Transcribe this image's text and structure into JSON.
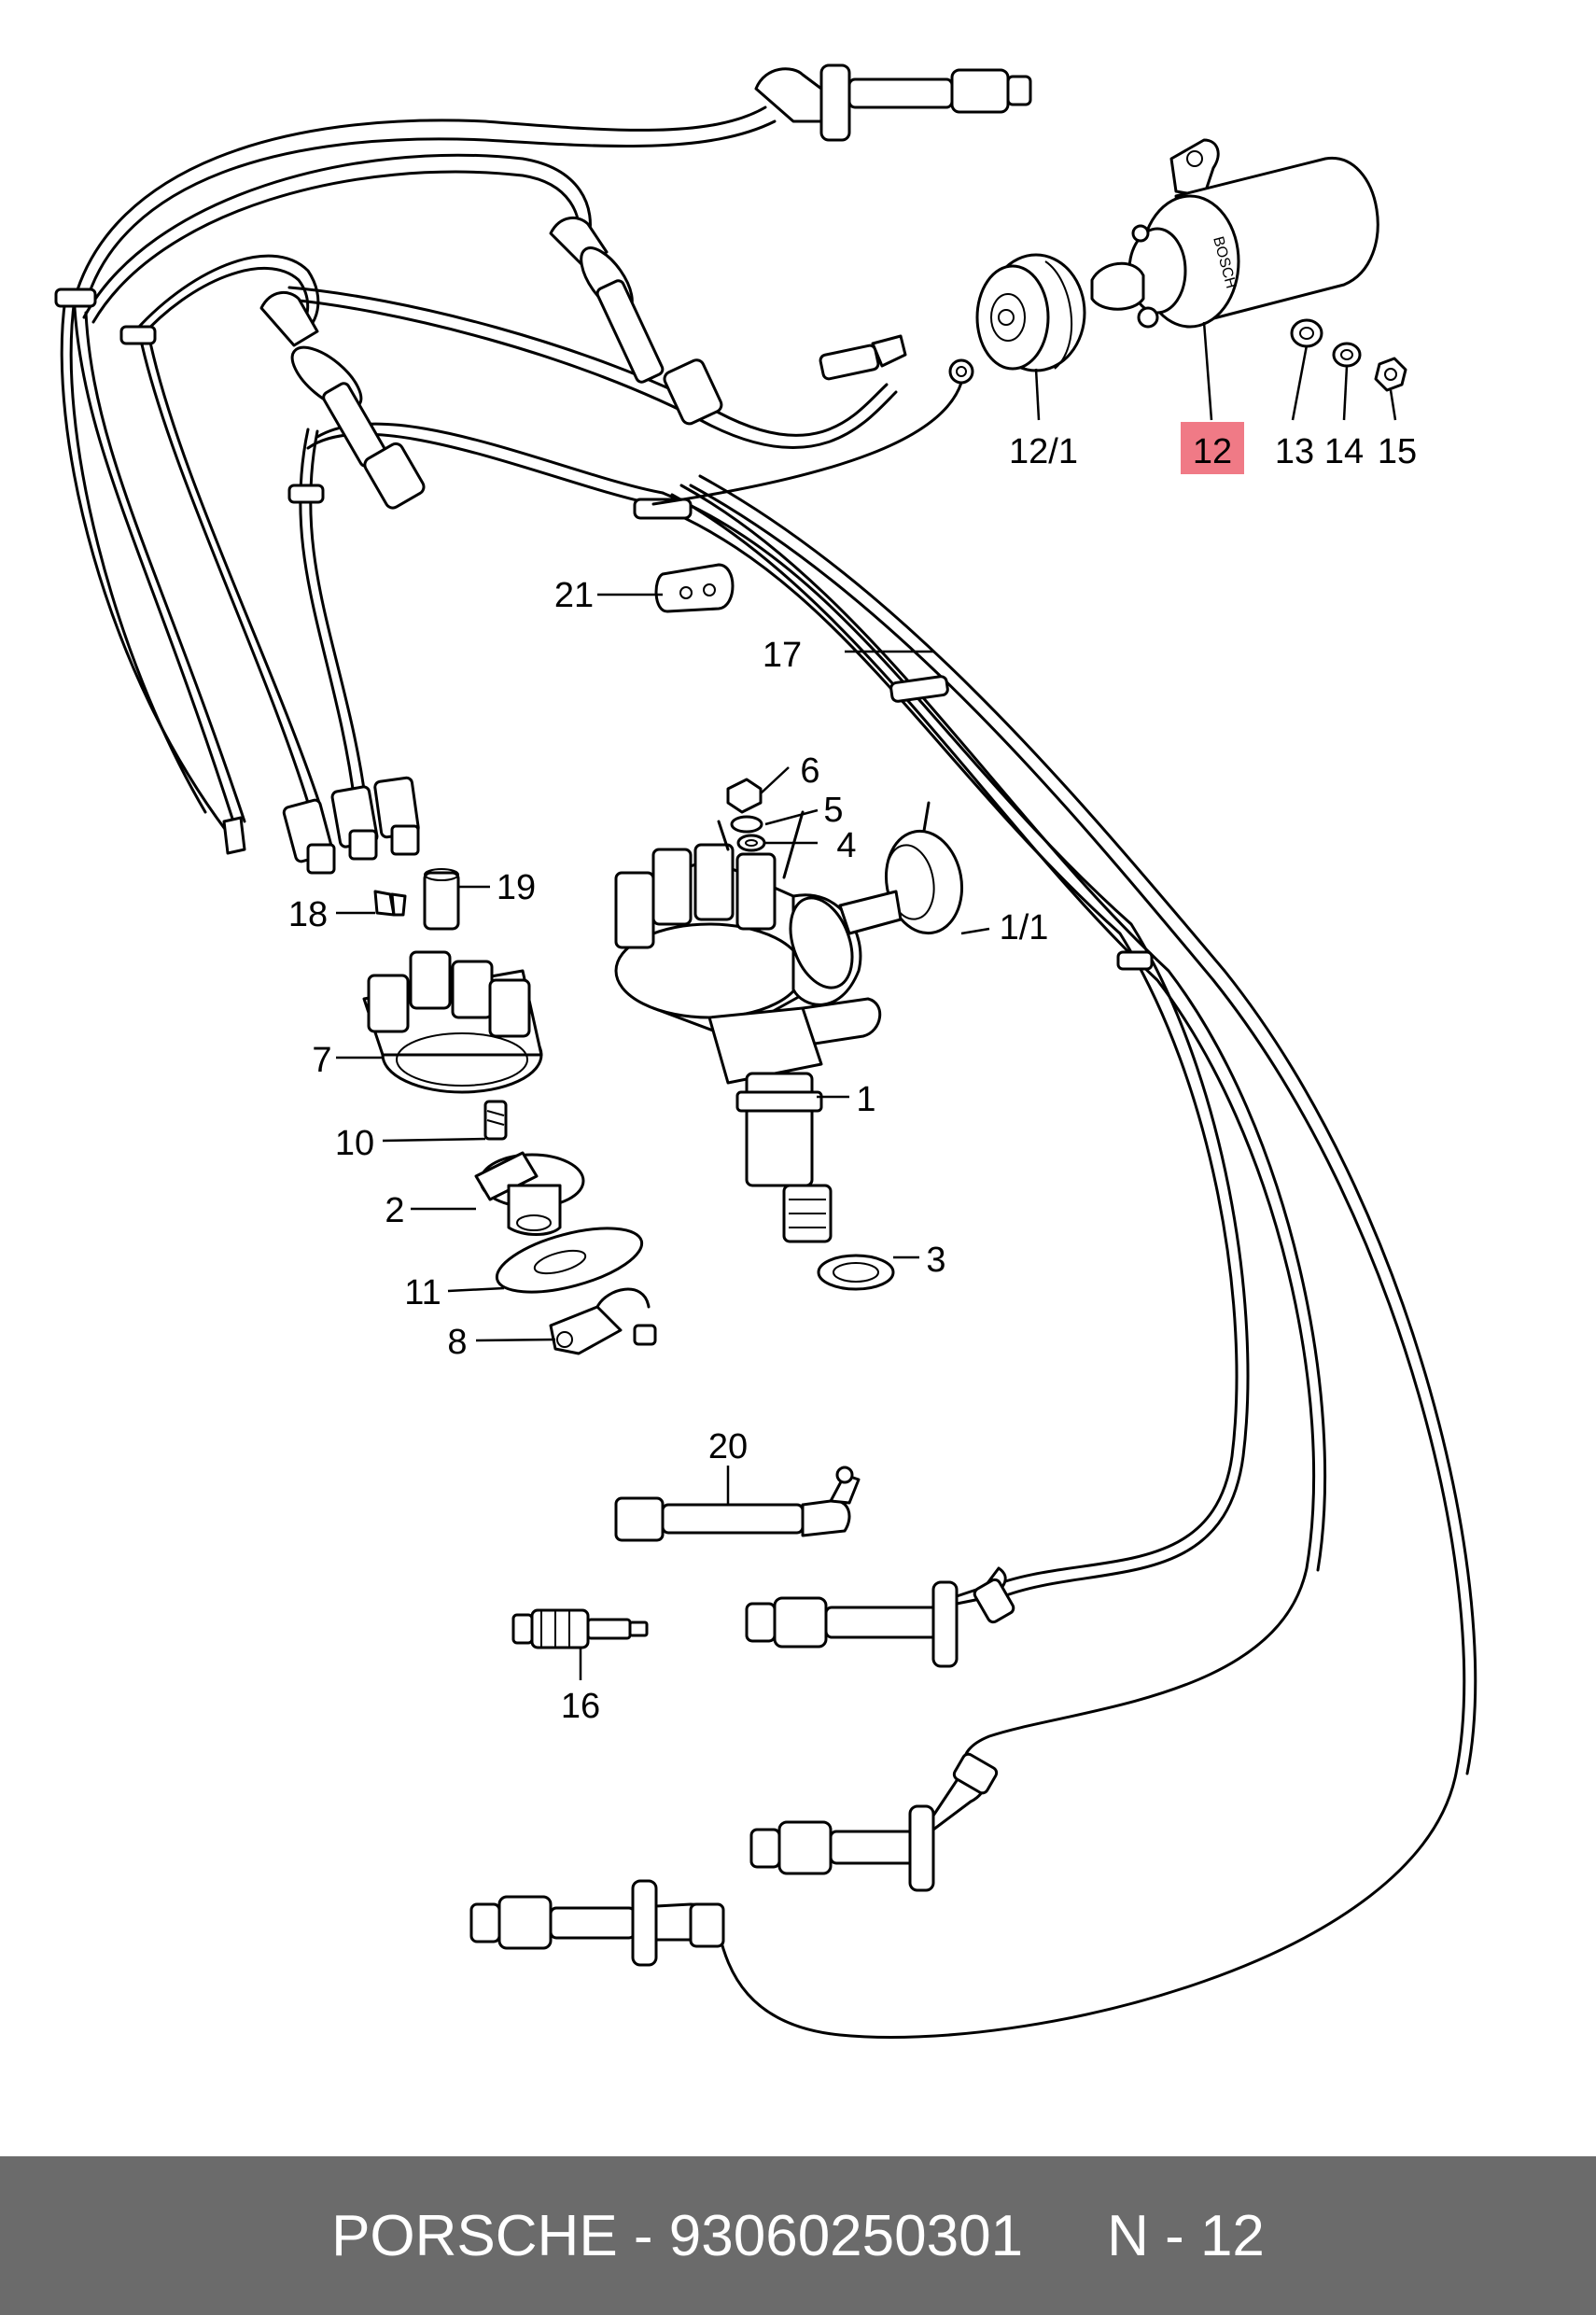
{
  "diagram": {
    "callouts": {
      "p1": "1",
      "p1_1": "1/1",
      "p2": "2",
      "p3": "3",
      "p4": "4",
      "p5": "5",
      "p6": "6",
      "p7": "7",
      "p8": "8",
      "p10": "10",
      "p11": "11",
      "p12": "12",
      "p12_1": "12/1",
      "p13": "13",
      "p14": "14",
      "p15": "15",
      "p16": "16",
      "p17": "17",
      "p18": "18",
      "p19": "19",
      "p20": "20",
      "p21": "21"
    },
    "highlighted_callout": "12",
    "highlight_color": "#f07a86",
    "coil_brand": "BOSCH"
  },
  "footer": {
    "brand_part": "PORSCHE - 93060250301",
    "page_ref": "N - 12",
    "background": "#6b6b6b"
  }
}
